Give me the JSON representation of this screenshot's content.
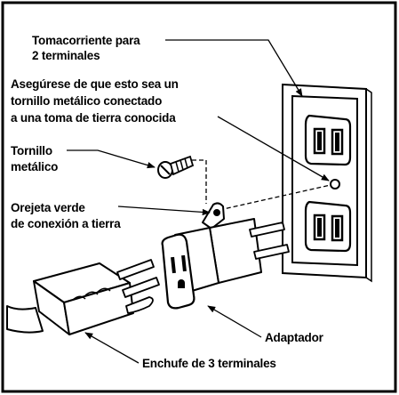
{
  "labels": {
    "outlet": [
      "Tomacorriente para",
      "2 terminales"
    ],
    "ensure": [
      "Asegúrese de que esto sea un",
      "tornillo metálico conectado",
      "a una toma de tierra conocida"
    ],
    "screw": [
      "Tornillo",
      "metálico"
    ],
    "lug": [
      "Orejeta verde",
      "de conexión a tierra"
    ],
    "adapter": "Adaptador",
    "plug": "Enchufe de 3 terminales"
  },
  "colors": {
    "ink": "#000000",
    "background": "#ffffff"
  }
}
